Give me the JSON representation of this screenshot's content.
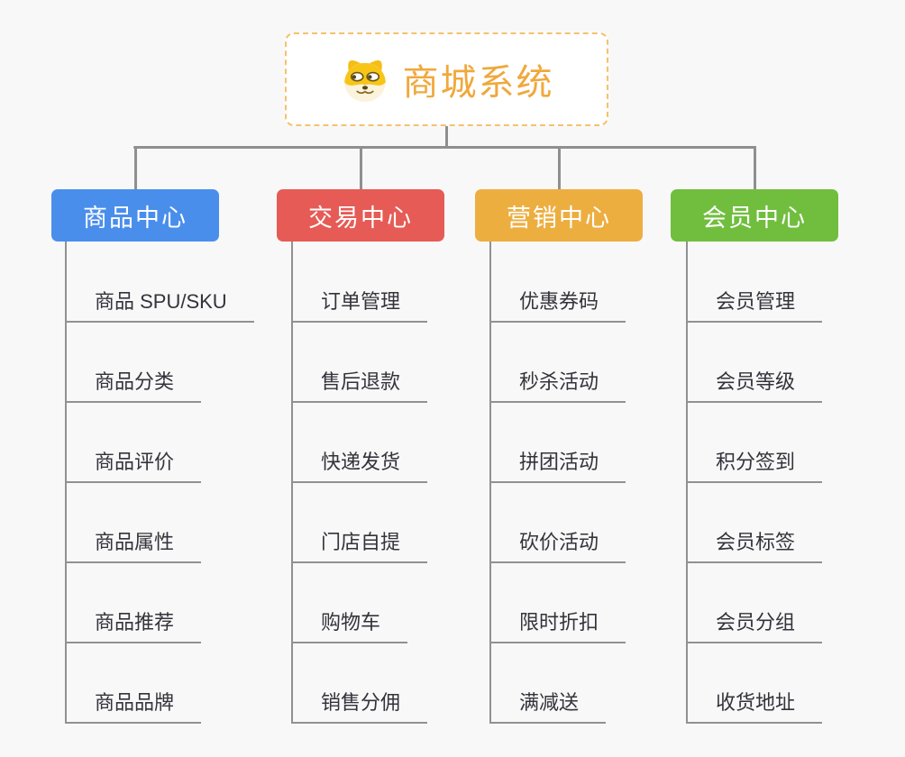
{
  "app": {
    "background_color": "#F8F8F8",
    "connector_color": "#8F8F8F",
    "child_line_color": "#919191",
    "child_text_color": "#33333B"
  },
  "root": {
    "title": "商城系统",
    "icon": "doge-icon",
    "text_color": "#F0A83C",
    "border_color": "#F5C26B",
    "background_color": "#FFFFFF"
  },
  "branches": [
    {
      "label": "商品中心",
      "color": "#4A8EEC",
      "children": [
        "商品 SPU/SKU",
        "商品分类",
        "商品评价",
        "商品属性",
        "商品推荐",
        "商品品牌"
      ]
    },
    {
      "label": "交易中心",
      "color": "#E65B56",
      "children": [
        "订单管理",
        "售后退款",
        "快递发货",
        "门店自提",
        "购物车",
        "销售分佣"
      ]
    },
    {
      "label": "营销中心",
      "color": "#EDAE40",
      "children": [
        "优惠券码",
        "秒杀活动",
        "拼团活动",
        "砍价活动",
        "限时折扣",
        "满减送"
      ]
    },
    {
      "label": "会员中心",
      "color": "#71BE3F",
      "children": [
        "会员管理",
        "会员等级",
        "积分签到",
        "会员标签",
        "会员分组",
        "收货地址"
      ]
    }
  ]
}
